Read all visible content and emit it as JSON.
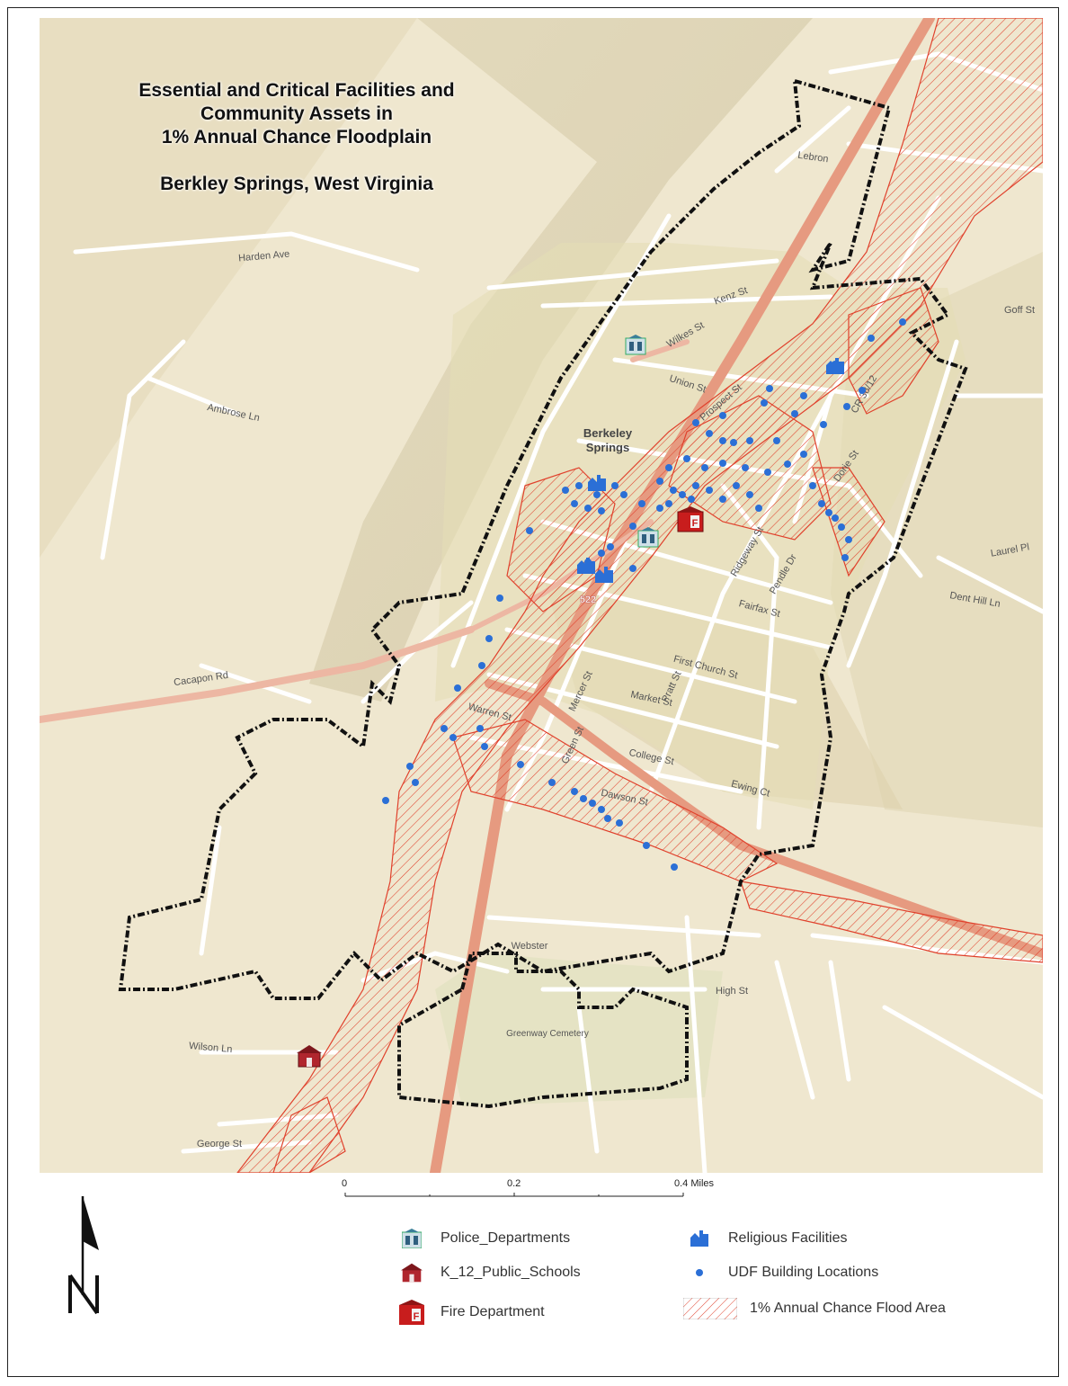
{
  "title": {
    "line1": "Essential and Critical Facilities and",
    "line2": "Community Assets in",
    "line3": "1% Annual Chance Floodplain",
    "line4": "Berkley Springs, West Virginia"
  },
  "map_labels": {
    "town": [
      "Berkeley",
      "Springs"
    ],
    "streets": [
      {
        "text": "Wilkes St",
        "name": "label-wilkes"
      },
      {
        "text": "Kenz St",
        "name": "label-kenz"
      },
      {
        "text": "Union St",
        "name": "label-union"
      },
      {
        "text": "Fairfax St",
        "name": "label-fairfax"
      },
      {
        "text": "First Church St",
        "name": "label-first-church"
      },
      {
        "text": "Mercer St",
        "name": "label-mercer"
      },
      {
        "text": "Warren St",
        "name": "label-warren"
      },
      {
        "text": "College St",
        "name": "label-college"
      },
      {
        "text": "Dawson St",
        "name": "label-dawson"
      },
      {
        "text": "Ewing Ct",
        "name": "label-ewing"
      },
      {
        "text": "Harden Ave",
        "name": "label-harden"
      },
      {
        "text": "Ambrose Ln",
        "name": "label-ambrose"
      },
      {
        "text": "Dent Hill Ln",
        "name": "label-dent-hill"
      },
      {
        "text": "Webster",
        "name": "label-webster"
      },
      {
        "text": "High St",
        "name": "label-high"
      },
      {
        "text": "Wilson Ln",
        "name": "label-wilson"
      },
      {
        "text": "George St",
        "name": "label-george"
      },
      {
        "text": "Laurel Pl",
        "name": "label-laurel"
      },
      {
        "text": "Cacapon Rd",
        "name": "label-cacapon"
      },
      {
        "text": "Greenway Cemetery",
        "name": "label-cemetery"
      },
      {
        "text": "Prospect St",
        "name": "label-prospect"
      },
      {
        "text": "Lebron",
        "name": "label-lebron"
      },
      {
        "text": "Goff St",
        "name": "label-goff"
      },
      {
        "text": "Pendle Dr",
        "name": "label-pendle"
      },
      {
        "text": "Ridgeway St",
        "name": "label-ridgeway"
      },
      {
        "text": "Green St",
        "name": "label-green"
      },
      {
        "text": "Pratt St",
        "name": "label-pratt"
      },
      {
        "text": "Market St",
        "name": "label-market"
      },
      {
        "text": "Dorie St",
        "name": "label-dorie"
      },
      {
        "text": "CR 38/12",
        "name": "label-cr-3812"
      },
      {
        "text": "522",
        "name": "label-route-522"
      }
    ]
  },
  "scalebar": {
    "ticks": [
      "0",
      "0.2",
      "0.4 Miles"
    ]
  },
  "legend": {
    "police": "Police_Departments",
    "schools": "K_12_Public_Schools",
    "fire": "Fire Department",
    "religious": "Religious Facilities",
    "udf": "UDF Building Locations",
    "flood": "1% Annual Chance Flood Area"
  },
  "colors": {
    "terrain": "#efe7cf",
    "ridge": "#ddd3b4",
    "town_fill": "#e4ddb6",
    "road_major": "#e69a80",
    "road_minor": "#ffffff",
    "flood": "#e0412c",
    "udf": "#2b6fd6",
    "boundary": "#111111"
  },
  "udf_points": 80
}
